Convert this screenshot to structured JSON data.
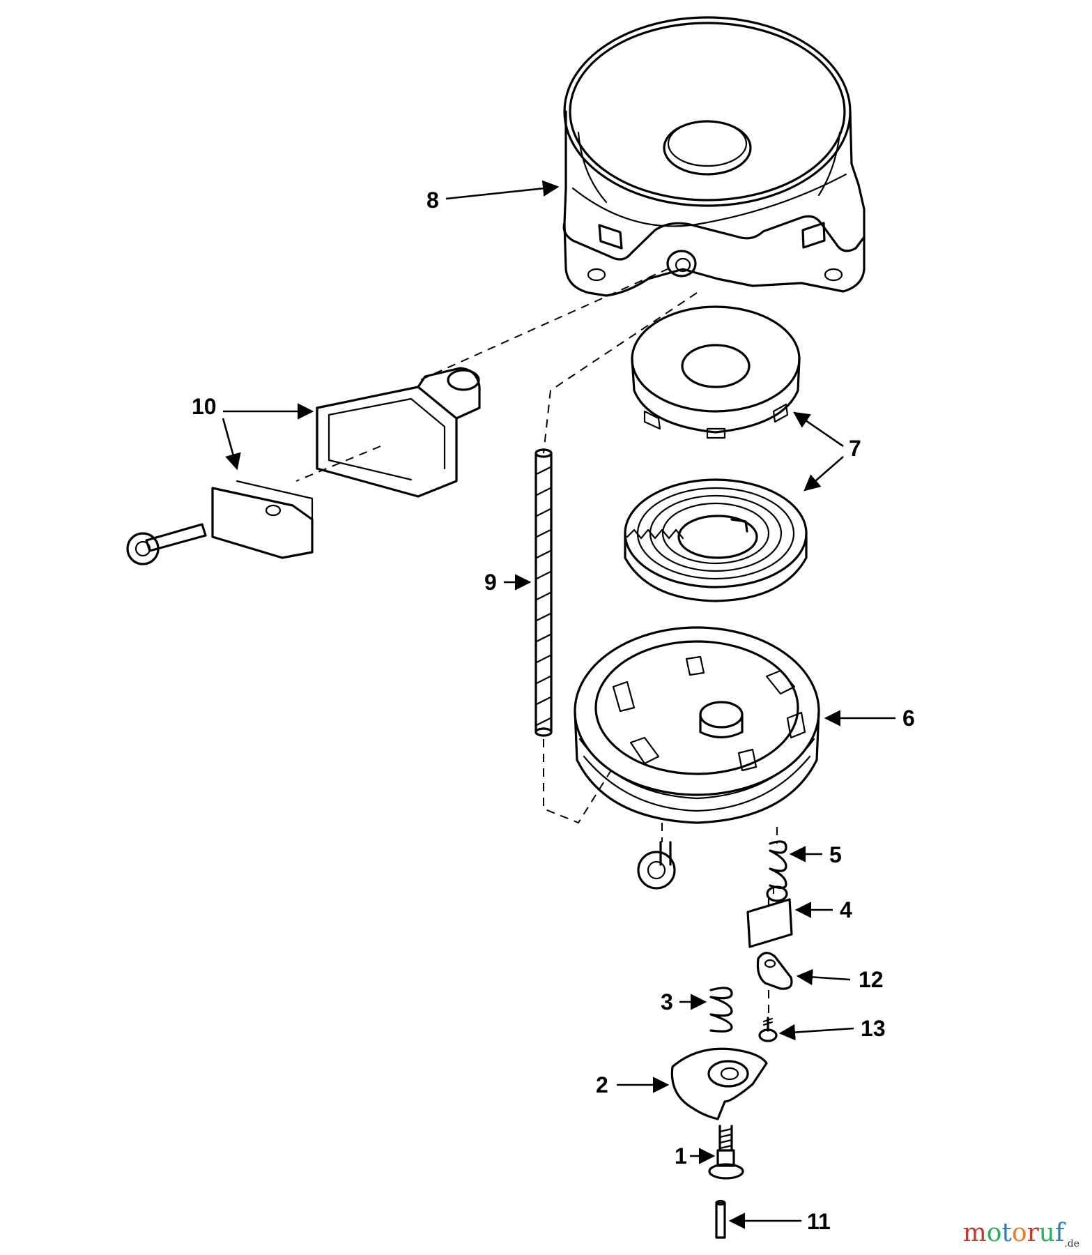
{
  "callouts": [
    {
      "id": "1",
      "text": "1"
    },
    {
      "id": "2",
      "text": "2"
    },
    {
      "id": "3",
      "text": "3"
    },
    {
      "id": "4",
      "text": "4"
    },
    {
      "id": "5",
      "text": "5"
    },
    {
      "id": "6",
      "text": "6"
    },
    {
      "id": "7",
      "text": "7"
    },
    {
      "id": "8",
      "text": "8"
    },
    {
      "id": "9",
      "text": "9"
    },
    {
      "id": "10",
      "text": "10"
    },
    {
      "id": "11",
      "text": "11"
    },
    {
      "id": "12",
      "text": "12"
    },
    {
      "id": "13",
      "text": "13"
    }
  ],
  "watermark": {
    "text": "motoruf",
    "suffix": ".de"
  }
}
